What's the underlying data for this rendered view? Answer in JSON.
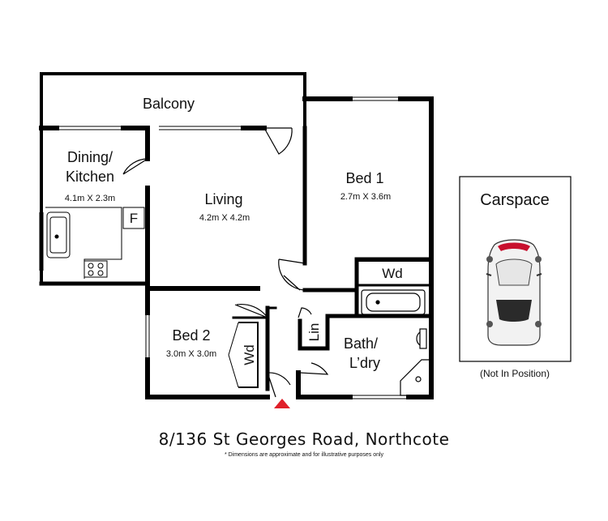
{
  "rooms": {
    "balcony": {
      "name": "Balcony"
    },
    "dining": {
      "name_line1": "Dining/",
      "name_line2": "Kitchen",
      "dims": "4.1m X 2.3m"
    },
    "living": {
      "name": "Living",
      "dims": "4.2m X 4.2m"
    },
    "bed1": {
      "name": "Bed 1",
      "dims": "2.7m X 3.6m"
    },
    "bed2": {
      "name": "Bed 2",
      "dims": "3.0m X 3.0m"
    },
    "bath": {
      "name_line1": "Bath/",
      "name_line2": "L’dry"
    }
  },
  "fixtures": {
    "fridge": "F",
    "wardrobe_bed1": "Wd",
    "wardrobe_bed2": "Wd",
    "linen": "Lin"
  },
  "carspace": {
    "title": "Carspace",
    "note": "(Not In Position)"
  },
  "address": "8/136 St Georges Road, Northcote",
  "disclaimer": "* Dimensions are approximate and for illustrative purposes only",
  "colors": {
    "wall": "#000000",
    "entry_marker": "#e0202a",
    "background": "#ffffff"
  }
}
